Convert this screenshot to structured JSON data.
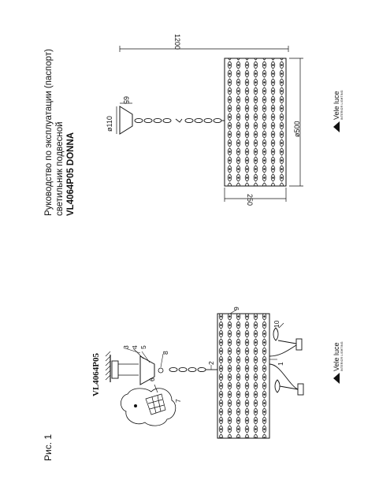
{
  "document": {
    "title_lines": [
      "Руководство по эксплуатации (паспорт)",
      "светильник подвесной",
      "VL4064P05 DONNA"
    ],
    "figure_label": "Рис. 1",
    "model": "VL4064P05"
  },
  "dimensions": {
    "width_total": "1200",
    "canopy_height": "65",
    "canopy_diameter": "ø110",
    "shade_height": "250",
    "shade_diameter": "ø500"
  },
  "part_numbers": [
    "1",
    "2",
    "3",
    "4",
    "5",
    "6",
    "7",
    "8",
    "9",
    "10"
  ],
  "brand": {
    "name": "Vele luce",
    "tagline": "INTERIOR LIGHTING"
  }
}
